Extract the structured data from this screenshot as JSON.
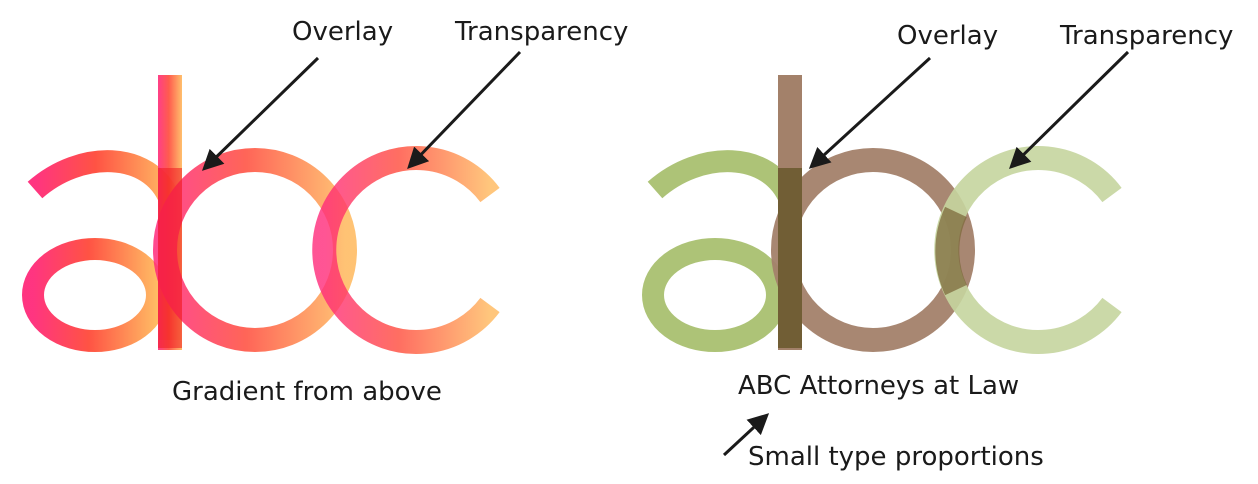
{
  "left": {
    "overlay_label": "Overlay",
    "transparency_label": "Transparency",
    "caption": "Gradient from above",
    "colors": {
      "start": "#ff2a7a",
      "mid": "#ff4a3a",
      "end": "#ffb85c",
      "overlap": "#ee1a20"
    }
  },
  "right": {
    "overlay_label": "Overlay",
    "transparency_label": "Transparency",
    "caption": "ABC Attorneys at Law",
    "note": "Small type proportions",
    "colors": {
      "a": "#a9c070",
      "b": "#a3816a",
      "c": "#c5d59f",
      "overlap_ab": "#6b5a30",
      "overlap_bc": "#7d6a3c"
    }
  }
}
